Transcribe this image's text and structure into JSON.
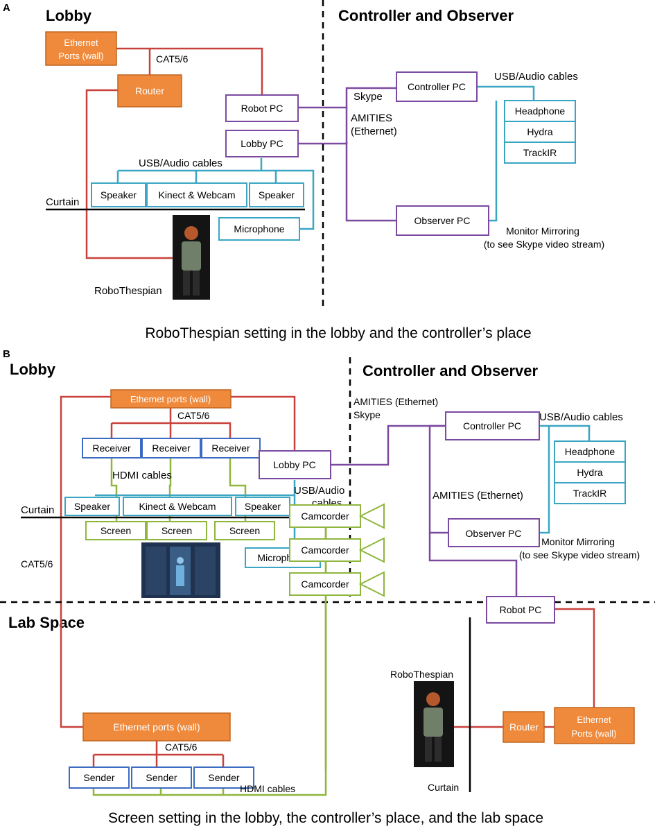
{
  "panels": {
    "a": {
      "letter": "A",
      "lobby_heading": "Lobby",
      "remote_heading": "Controller and Observer",
      "caption": "RoboThespian setting in the lobby and the controller’s place",
      "boxes": {
        "ethernet_ports": "Ethernet Ports (wall)",
        "router": "Router",
        "robot_pc": "Robot PC",
        "lobby_pc": "Lobby PC",
        "speaker_left": "Speaker",
        "kinect_webcam": "Kinect & Webcam",
        "speaker_right": "Speaker",
        "microphone": "Microphone",
        "controller_pc": "Controller PC",
        "headphone": "Headphone",
        "hydra": "Hydra",
        "trackir": "TrackIR",
        "observer_pc": "Observer PC"
      },
      "labels": {
        "cat": "CAT5/6",
        "usb_audio_lobby": "USB/Audio cables",
        "curtain": "Curtain",
        "robothespian": "RoboThespian",
        "skype": "Skype",
        "amities": "AMITIES (Ethernet)",
        "usb_audio_ctrl": "USB/Audio cables",
        "monitor_mirroring": "Monitor Mirroring (to see Skype video stream)"
      }
    },
    "b": {
      "letter": "B",
      "lobby_heading": "Lobby",
      "remote_heading": "Controller and Observer",
      "lab_heading": "Lab Space",
      "caption": "Screen setting in the lobby, the controller’s place, and the lab space",
      "boxes": {
        "ethernet_ports_lobby": "Ethernet ports (wall)",
        "receiver": "Receiver",
        "lobby_pc": "Lobby PC",
        "speaker": "Speaker",
        "kinect_webcam": "Kinect & Webcam",
        "screen": "Screen",
        "microphone": "Microphone",
        "controller_pc": "Controller PC",
        "headphone": "Headphone",
        "hydra": "Hydra",
        "trackir": "TrackIR",
        "observer_pc": "Observer PC",
        "robot_pc": "Robot PC",
        "router": "Router",
        "ethernet_ports_lab_wall": "Ethernet Ports (wall)",
        "ethernet_ports_lab": "Ethernet ports (wall)",
        "sender": "Sender",
        "camcorder": "Camcorder"
      },
      "labels": {
        "cat_top": "CAT5/6",
        "hdmi_top": "HDMI cables",
        "usb_audio": "USB/Audio cables",
        "curtain_lobby": "Curtain",
        "cat_left": "CAT5/6",
        "amities_skype": "AMITIES (Ethernet) Skype",
        "usb_audio_ctrl": "USB/Audio cables",
        "amities_obs": "AMITIES (Ethernet)",
        "monitor_mirroring": "Monitor Mirroring (to see Skype video stream)",
        "cat_bottom": "CAT5/6",
        "hdmi_bottom": "HDMI cables",
        "robothespian": "RoboThespian",
        "curtain_lab": "Curtain"
      }
    }
  }
}
